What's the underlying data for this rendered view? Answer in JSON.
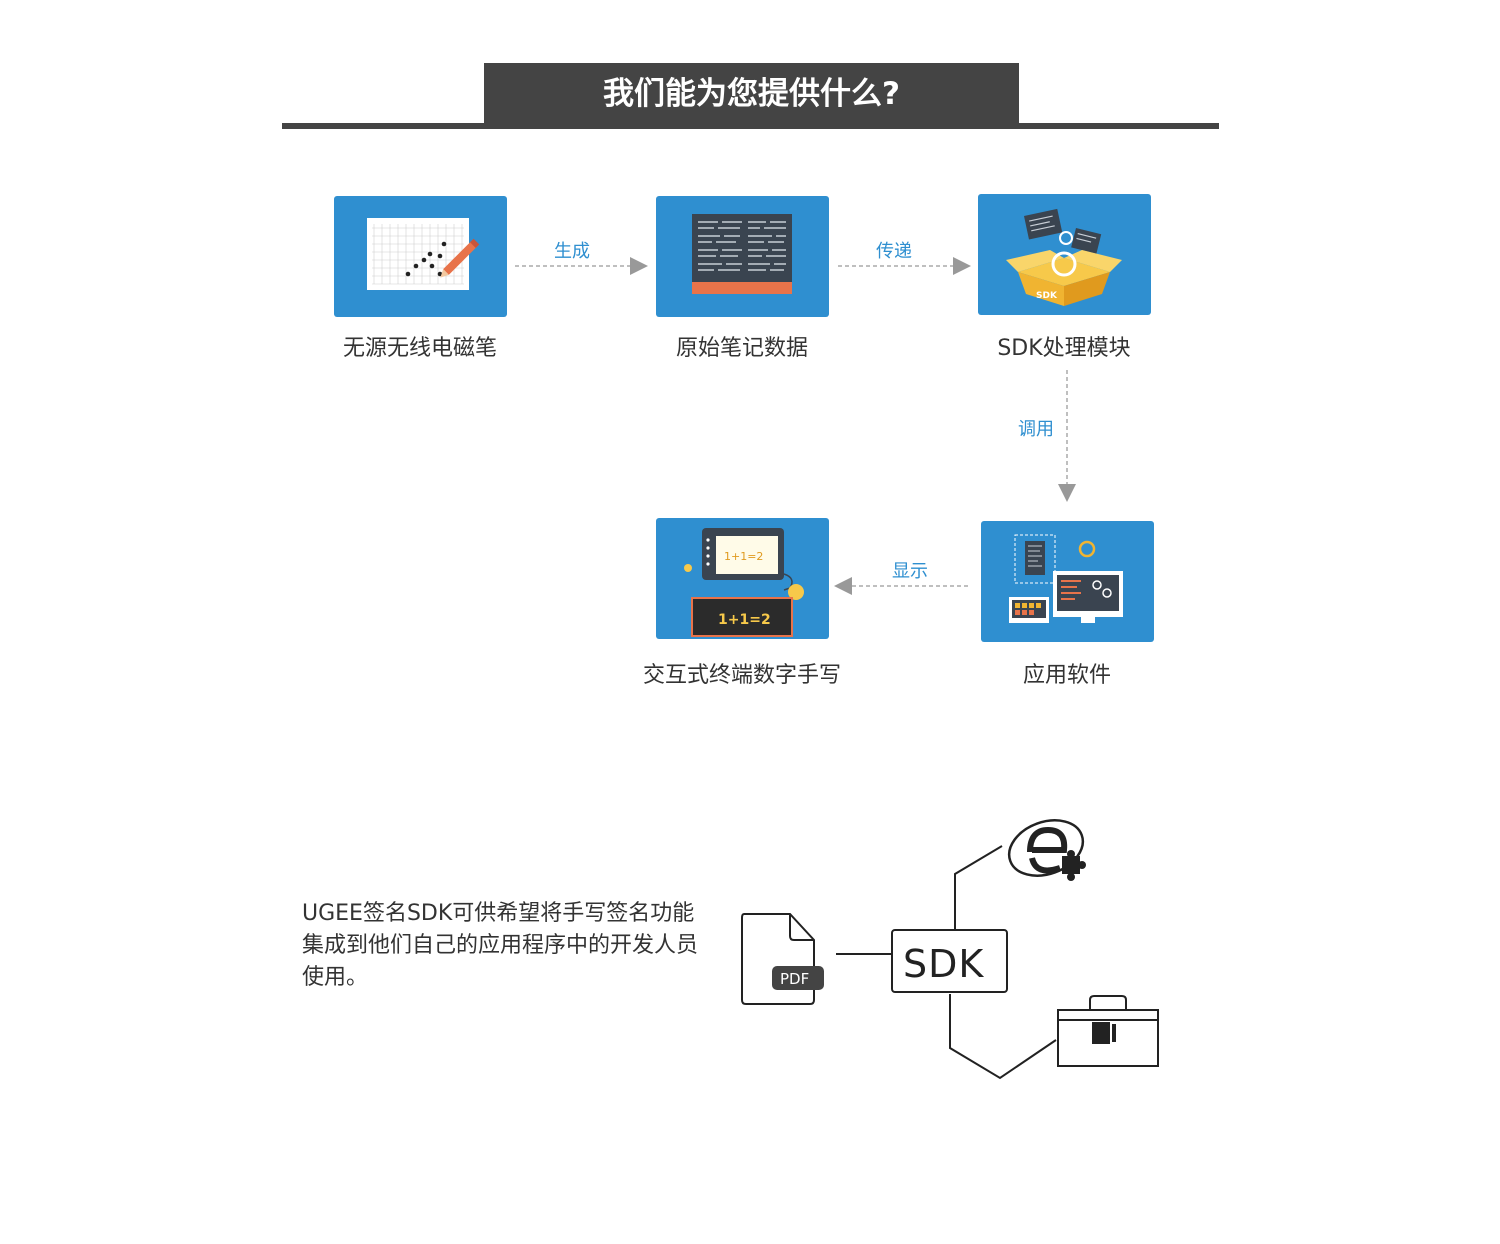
{
  "header": {
    "title": "我们能为您提供什么?"
  },
  "flow": {
    "nodes": [
      {
        "id": "pen",
        "label": "无源无线电磁笔"
      },
      {
        "id": "raw",
        "label": "原始笔记数据"
      },
      {
        "id": "sdk",
        "label": "SDK处理模块"
      },
      {
        "id": "app",
        "label": "应用软件"
      },
      {
        "id": "display",
        "label": "交互式终端数字手写"
      }
    ],
    "edges": [
      {
        "from": "pen",
        "to": "raw",
        "label": "生成"
      },
      {
        "from": "raw",
        "to": "sdk",
        "label": "传递"
      },
      {
        "from": "sdk",
        "to": "app",
        "label": "调用"
      },
      {
        "from": "app",
        "to": "display",
        "label": "显示"
      }
    ],
    "icon_text": {
      "sdk_box": "SDK",
      "equation": "1+1=2"
    }
  },
  "integration": {
    "description": "UGEE签名SDK可供希望将手写签名功能集成到他们自己的应用程序中的开发人员使用。",
    "center_label": "SDK",
    "pdf_label": "PDF",
    "icons": [
      "pdf-file-icon",
      "browser-plugin-icon",
      "toolbox-icon"
    ]
  },
  "colors": {
    "tile": "#2f8fd0",
    "edge_label": "#2f8fd0",
    "header": "#444444"
  }
}
